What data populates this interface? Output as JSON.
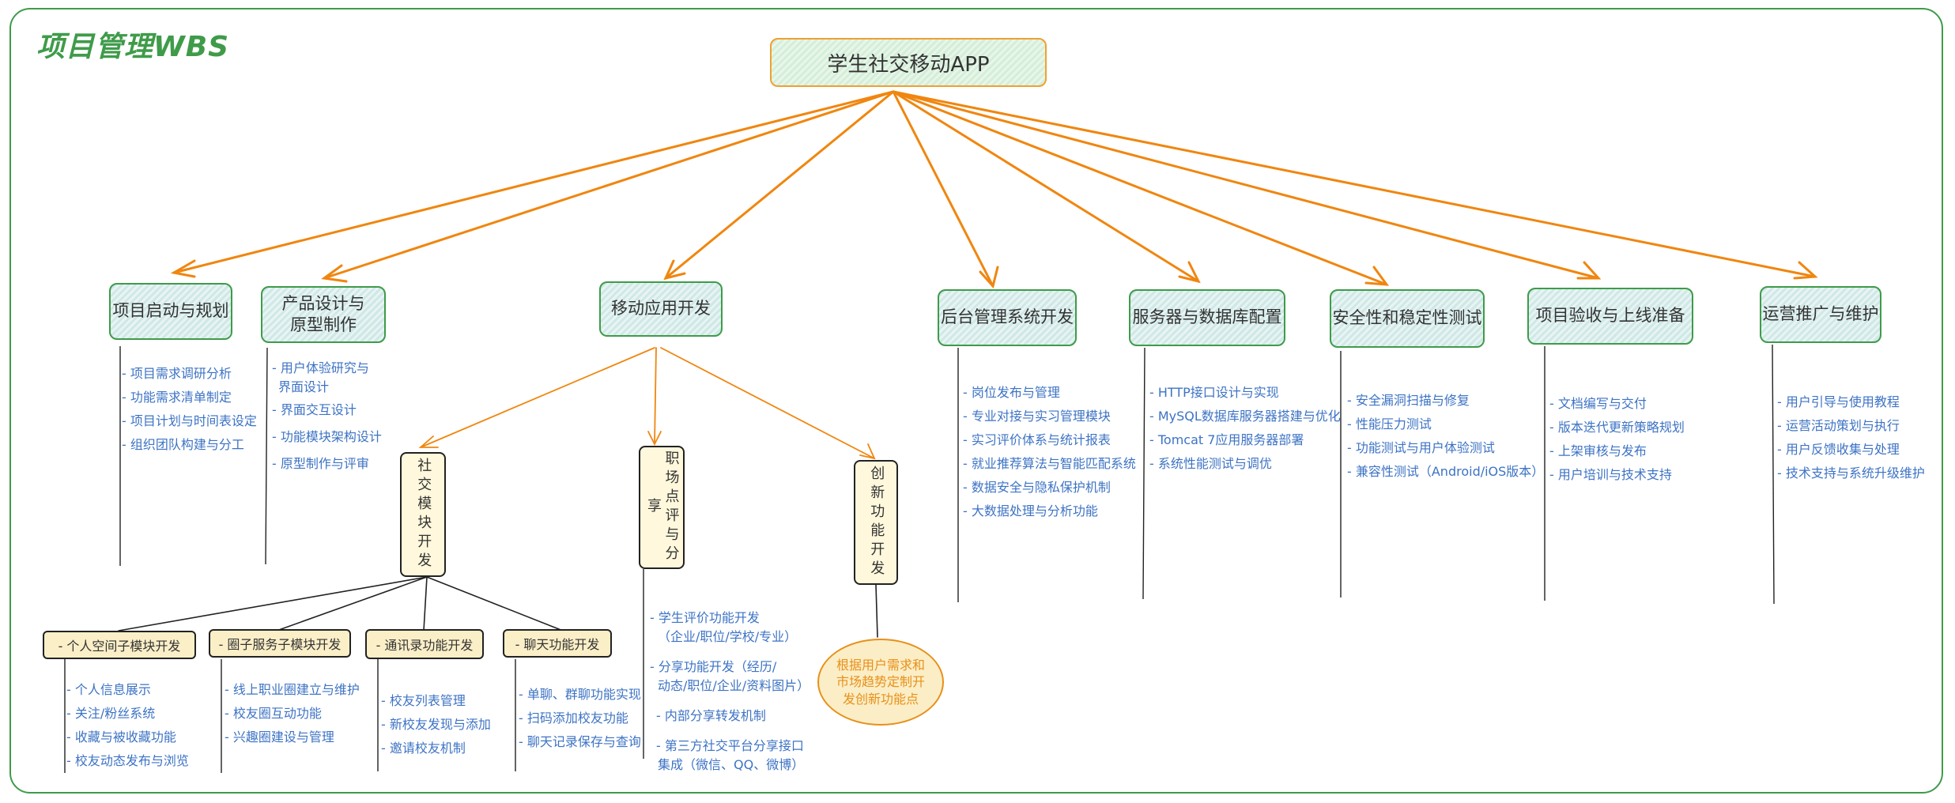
{
  "title": "项目管理WBS",
  "root": "学生社交移动APP",
  "phases": [
    {
      "label": "项目启动与规划",
      "items": [
        "- 项目需求调研分析",
        "- 功能需求清单制定",
        "- 项目计划与时间表设定",
        "- 组织团队构建与分工"
      ]
    },
    {
      "label": "产品设计与原型制作",
      "items": [
        "- 用户体验研究与",
        "  界面设计",
        "- 界面交互设计",
        "- 功能模块架构设计",
        "- 原型制作与评审"
      ]
    },
    {
      "label": "移动应用开发",
      "items": []
    },
    {
      "label": "后台管理系统开发",
      "items": [
        "- 岗位发布与管理",
        "- 专业对接与实习管理模块",
        "- 实习评价体系与统计报表",
        "- 就业推荐算法与智能匹配系统",
        "- 数据安全与隐私保护机制",
        "- 大数据处理与分析功能"
      ]
    },
    {
      "label": "服务器与数据库配置",
      "items": [
        "- HTTP接口设计与实现",
        "- MySQL数据库服务器搭建与优化",
        "- Tomcat 7应用服务器部署",
        "- 系统性能测试与调优"
      ]
    },
    {
      "label": "安全性和稳定性测试",
      "items": [
        "- 安全漏洞扫描与修复",
        "- 性能压力测试",
        "- 功能测试与用户体验测试",
        "- 兼容性测试（Android/iOS版本）"
      ]
    },
    {
      "label": "项目验收与上线准备",
      "items": [
        "- 文档编写与交付",
        "- 版本迭代更新策略规划",
        "- 上架审核与发布",
        "- 用户培训与技术支持"
      ]
    },
    {
      "label": "运营推广与维护",
      "items": [
        "- 用户引导与使用教程",
        "- 运营活动策划与执行",
        "- 用户反馈收集与处理",
        "- 技术支持与系统升级维护"
      ]
    }
  ],
  "mobile": {
    "social": "社交模块开发",
    "career": "职场点评与分享",
    "career_items": [
      "- 学生评价功能开发",
      "（企业/职位/学校/专业）",
      "- 分享功能开发（经历/",
      "动态/职位/企业/资料图片）",
      "- 内部分享转发机制",
      "- 第三方社交平台分享接口",
      "集成（微信、QQ、微博）"
    ],
    "innovation": "创新功能开发",
    "innovation_note": "根据用户需求和市场趋势定制开发创新功能点"
  },
  "social_modules": [
    {
      "label": "- 个人空间子模块开发",
      "items": [
        "- 个人信息展示",
        "- 关注/粉丝系统",
        "- 收藏与被收藏功能",
        "- 校友动态发布与浏览"
      ]
    },
    {
      "label": "- 圈子服务子模块开发",
      "items": [
        "- 线上职业圈建立与维护",
        "- 校友圈互动功能",
        "- 兴趣圈建设与管理"
      ]
    },
    {
      "label": "- 通讯录功能开发",
      "items": [
        "- 校友列表管理",
        "- 新校友发现与添加",
        "- 邀请校友机制"
      ]
    },
    {
      "label": "- 聊天功能开发",
      "items": [
        "- 单聊、群聊功能实现",
        "- 扫码添加校友功能",
        "- 聊天记录保存与查询"
      ]
    }
  ],
  "colors": {
    "accent": "#f0a030",
    "frame": "#3f9b4a",
    "list_text": "#3d73c4"
  }
}
